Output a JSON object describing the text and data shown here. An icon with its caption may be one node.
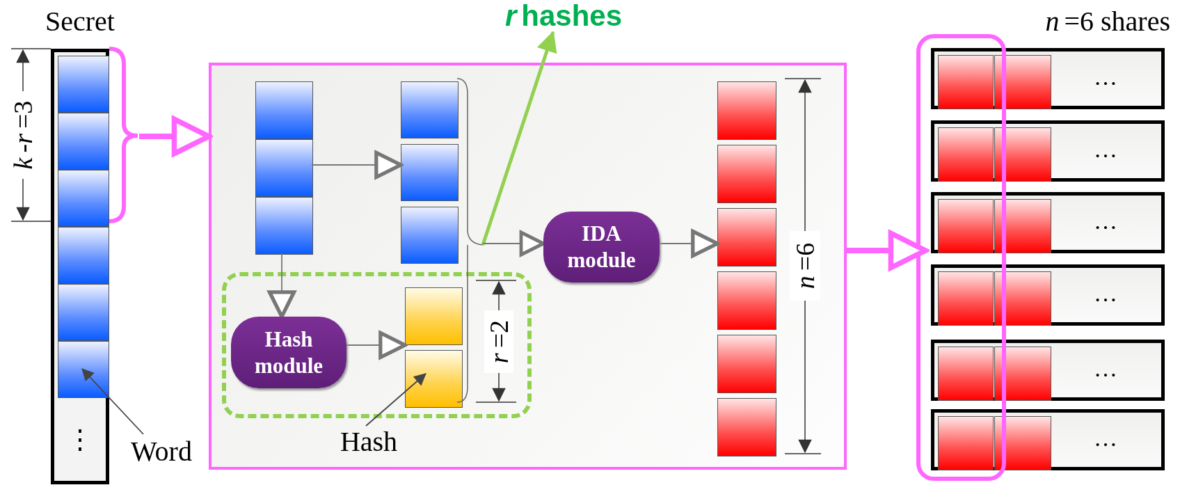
{
  "diagram": {
    "nodes": [
      {
        "text": [
          "Secret"
        ]
      },
      {
        "text": [],
        "shape": "box",
        "in": 0
      },
      {
        "text": [
          "Word"
        ]
      },
      {
        "text": [],
        "shape": "box"
      },
      {
        "text": [],
        "shape": "box",
        "in": 3
      },
      {
        "text": [],
        "shape": "box",
        "in": 3
      },
      {
        "text": [],
        "shape": "box",
        "in": 3
      },
      {
        "text": [
          "Hash module"
        ],
        "in": 6
      },
      {
        "text": [],
        "shape": "box",
        "in": 6
      },
      {
        "text": [
          "Hash"
        ],
        "in": 3
      },
      {
        "text": [
          "IDA module"
        ],
        "in": 3
      },
      {
        "text": [],
        "shape": "box",
        "in": 3
      },
      {
        "text": [
          "*r* hashes"
        ]
      },
      {
        "text": [
          "*n*=6  shares"
        ]
      },
      {
        "text": [],
        "shape": "brace",
        "in": 3
      }
    ],
    "edges": [
      {
        "from": 2,
        "to": 1,
        "arrow": "to"
      },
      {
        "from": 9,
        "to": 8,
        "arrow": "to"
      },
      {
        "from": 14,
        "to": 12,
        "arrow": "to",
        "style": "thick",
        "color": "#92d050"
      },
      {
        "from": 0,
        "to": 3,
        "arrow": "to",
        "style": "thick",
        "color": "#ff66ff"
      },
      {
        "from": 4,
        "to": 5,
        "arrow": "to"
      },
      {
        "from": 4,
        "to": 7,
        "arrow": "to"
      },
      {
        "from": 7,
        "to": 8,
        "arrow": "to"
      },
      {
        "from": 14,
        "to": 10,
        "arrow": "to"
      },
      {
        "from": 10,
        "to": 11,
        "arrow": "to"
      },
      {
        "from": 3,
        "to": 13,
        "arrow": "to",
        "style": "thick",
        "color": "#ff66ff"
      }
    ],
    "labels": [
      "*k*-*r*=3",
      "⋮",
      "*r*=2",
      "*n*=6",
      "…",
      "…",
      "…",
      "…",
      "…",
      "…"
    ]
  }
}
